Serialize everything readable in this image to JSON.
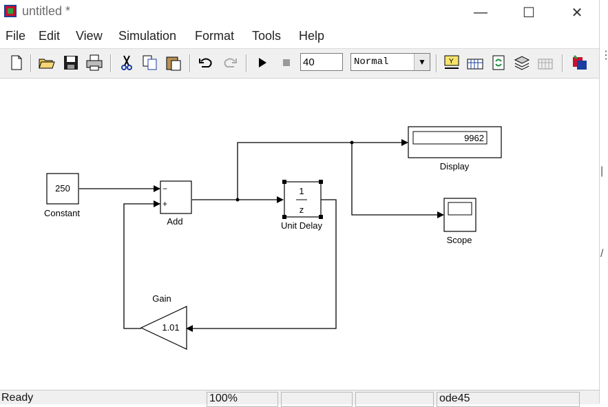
{
  "window": {
    "title": "untitled *",
    "minimize": "—",
    "maximize": "☐",
    "close": "✕"
  },
  "menu": {
    "items": [
      "File",
      "Edit",
      "View",
      "Simulation",
      "Format",
      "Tools",
      "Help"
    ]
  },
  "toolbar": {
    "icons": [
      "new-icon",
      "open-icon",
      "save-icon",
      "print-icon",
      "cut-icon",
      "copy-icon",
      "paste-icon",
      "undo-icon",
      "redo-icon",
      "start-icon",
      "stop-icon"
    ],
    "stop_time": "40",
    "sim_mode": "Normal",
    "tools_icons": [
      "library-browser-icon",
      "model-explorer-icon",
      "refresh-icon",
      "update-diagram-icon",
      "debugger-icon",
      "build-icon"
    ]
  },
  "diagram": {
    "constant": {
      "value": "250",
      "label": "Constant"
    },
    "add": {
      "label": "Add",
      "sign_top": "−",
      "sign_bottom": "+"
    },
    "unit_delay": {
      "numerator": "1",
      "denominator": "z",
      "label": "Unit Delay"
    },
    "gain": {
      "value": "1.01",
      "label": "Gain"
    },
    "display": {
      "value": "9962",
      "label": "Display"
    },
    "scope": {
      "label": "Scope"
    }
  },
  "status": {
    "ready": "Ready",
    "zoom": "100%",
    "solver": "ode45"
  },
  "colors": {
    "toolbar_bg": "#f0f0f0",
    "line": "#000000",
    "canvas_bg": "#ffffff"
  }
}
